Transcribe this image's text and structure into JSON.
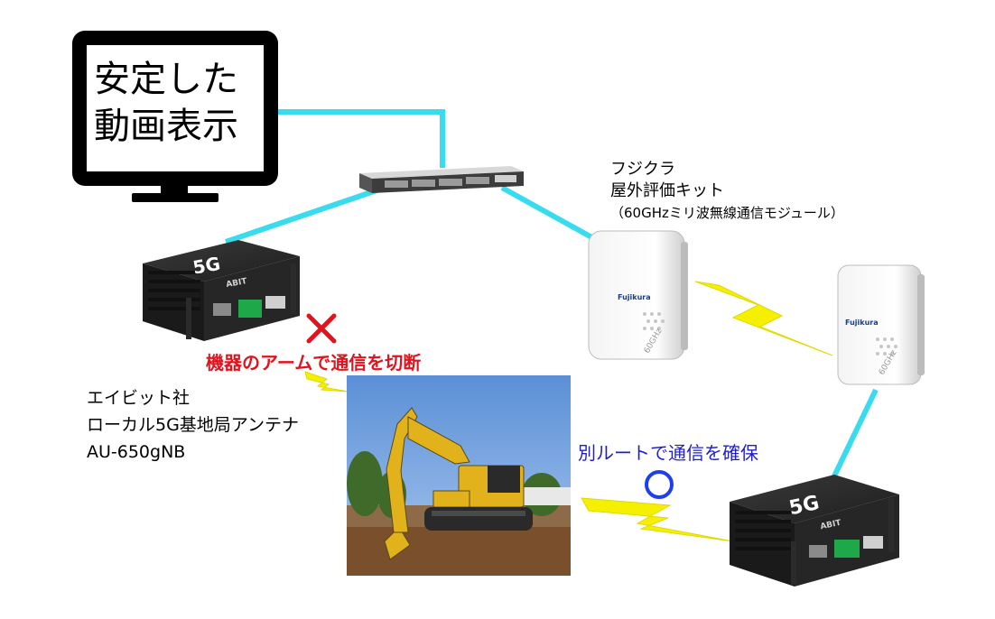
{
  "monitor": {
    "line1": "安定した",
    "line2": "動画表示"
  },
  "fujikura": {
    "line1": "フジクラ",
    "line2": "屋外評価キット",
    "line3": "（60GHzミリ波無線通信モジュール）",
    "brand": "Fujikura",
    "band": "60GHz"
  },
  "abit": {
    "line1": "エイビット社",
    "line2": "ローカル5G基地局アンテナ",
    "line3": "AU-650gNB",
    "device_badge": "5G",
    "device_logo": "ABIT"
  },
  "status": {
    "cut_label": "機器のアームで通信を切断",
    "cut_icon": "cross-mark-icon",
    "route_label": "別ルートで通信を確保",
    "route_icon": "circle-ok-icon"
  },
  "colors": {
    "link_line": "#39dcee",
    "wireless_bolt": "#f5f000",
    "cut_red": "#e0141e",
    "route_blue": "#1f1fc8"
  }
}
